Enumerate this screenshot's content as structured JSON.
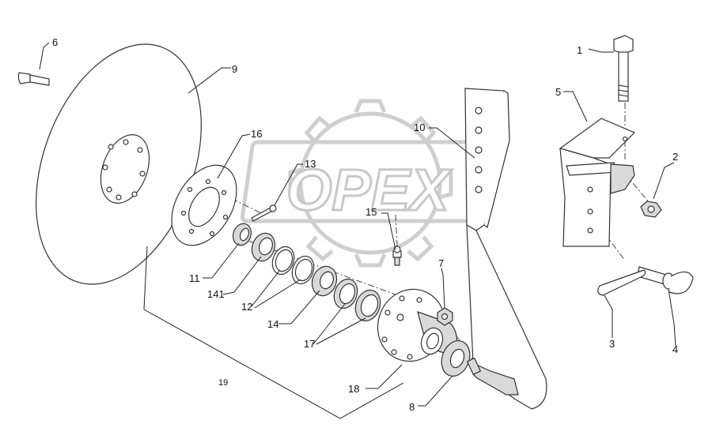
{
  "watermark": {
    "text": "OPEX"
  },
  "callouts": [
    {
      "id": "1",
      "text": "1"
    },
    {
      "id": "2",
      "text": "2"
    },
    {
      "id": "3",
      "text": "3"
    },
    {
      "id": "4",
      "text": "4"
    },
    {
      "id": "5",
      "text": "5"
    },
    {
      "id": "6",
      "text": "6"
    },
    {
      "id": "7",
      "text": "7"
    },
    {
      "id": "8",
      "text": "8"
    },
    {
      "id": "9",
      "text": "9"
    },
    {
      "id": "10",
      "text": "10"
    },
    {
      "id": "11",
      "text": "11"
    },
    {
      "id": "12",
      "text": "12"
    },
    {
      "id": "13",
      "text": "13"
    },
    {
      "id": "14",
      "text": "14"
    },
    {
      "id": "141",
      "text": "141"
    },
    {
      "id": "15",
      "text": "15"
    },
    {
      "id": "16",
      "text": "16"
    },
    {
      "id": "17",
      "text": "17"
    },
    {
      "id": "18",
      "text": "18"
    },
    {
      "id": "19",
      "text": "19"
    }
  ]
}
